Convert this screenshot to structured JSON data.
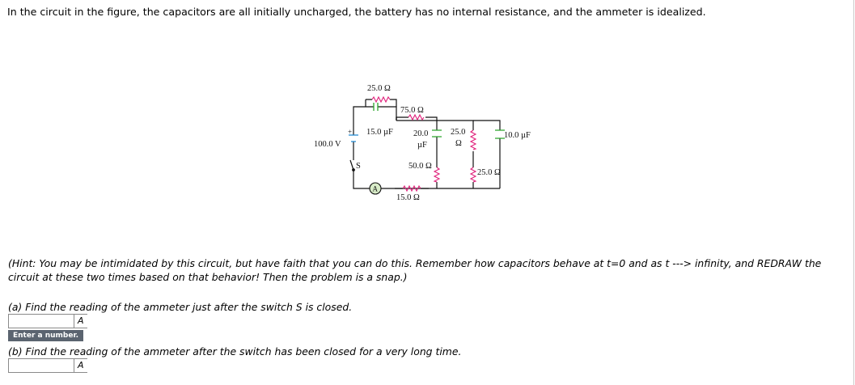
{
  "problem": {
    "intro": "In the circuit in the figure, the capacitors are all initially uncharged, the battery has no internal resistance, and the ammeter is idealized.",
    "hint": "(Hint: You may be intimidated by this circuit, but have faith that you can do this. Remember how capacitors behave at t=0 and as t ---> infinity, and REDRAW the circuit at these two times based on that behavior! Then the problem is a snap.)"
  },
  "figure": {
    "labels": {
      "r_top": "25.0 Ω",
      "r_75": "75.0 Ω",
      "c_15": "15.0 µF",
      "c_20_a": "20.0",
      "c_20_b": "µF",
      "r_mid_a": "25.0",
      "r_mid_b": "Ω",
      "c_10": "10.0 µF",
      "battery": "100.0 V",
      "plus": "+",
      "switch": "S",
      "r_50": "50.0 Ω",
      "r_right": "25.0 Ω",
      "ammeter": "A",
      "r_15": "15.0 Ω"
    },
    "colors": {
      "wire": "#111111",
      "resistor": "#e0207a",
      "capacitor": "#2aa52a",
      "battery": "#1f87d0",
      "ammeter_fill": "#d8ecc8"
    }
  },
  "part_a": {
    "question": "(a) Find the reading of the ammeter just after the switch S is closed.",
    "answer_value": "",
    "unit": "A",
    "tooltip": "Enter a number."
  },
  "part_b": {
    "question": "(b) Find the reading of the ammeter after the switch has been closed for a very long time.",
    "answer_value": "",
    "unit": "A"
  }
}
